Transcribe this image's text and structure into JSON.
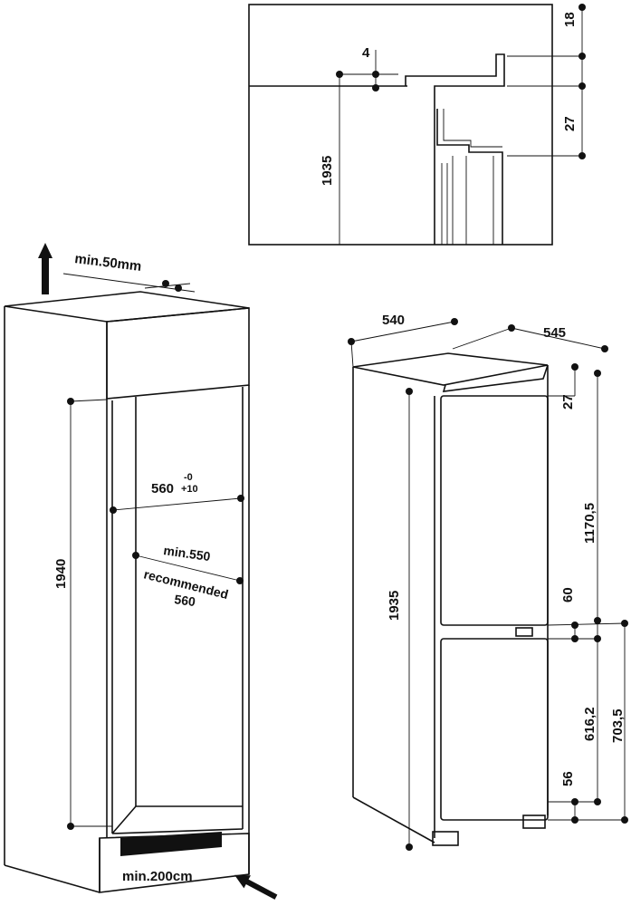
{
  "detail_view": {
    "dims": {
      "top_gap": "18",
      "side_gap": "4",
      "lower_gap": "27",
      "height": "1935"
    }
  },
  "niche_view": {
    "ventilation_top": "min.50mm",
    "height": "1940",
    "width": "560",
    "width_tol_upper": "-0",
    "width_tol_lower": "+10",
    "depth_min": "min.550",
    "depth_recommended": "recommended",
    "depth_recommended_value": "560",
    "ventilation_bottom": "min.200cm"
  },
  "appliance_view": {
    "width": "540",
    "depth": "545",
    "height": "1935",
    "top_offset": "27",
    "fridge_door": "1170,5",
    "door_gap": "60",
    "freezer_door": "616,2",
    "freezer_total": "703,5",
    "bottom_offset": "56"
  }
}
